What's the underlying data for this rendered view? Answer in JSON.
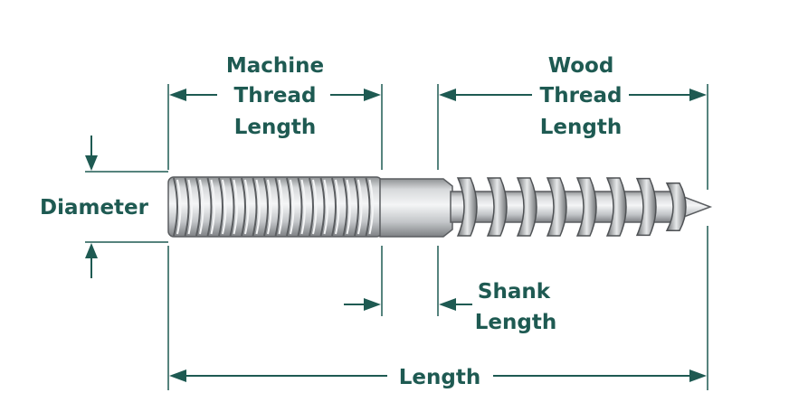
{
  "labels": {
    "machine_thread_length": [
      "Machine",
      "Thread",
      "Length"
    ],
    "wood_thread_length": [
      "Wood",
      "Thread",
      "Length"
    ],
    "diameter": "Diameter",
    "shank_length": [
      "Shank",
      "Length"
    ],
    "length": "Length"
  },
  "colors": {
    "annotation": "#1e5a52",
    "screw_metal": "#c9cccf",
    "screw_edge": "#5a5d60",
    "background": "#ffffff"
  }
}
